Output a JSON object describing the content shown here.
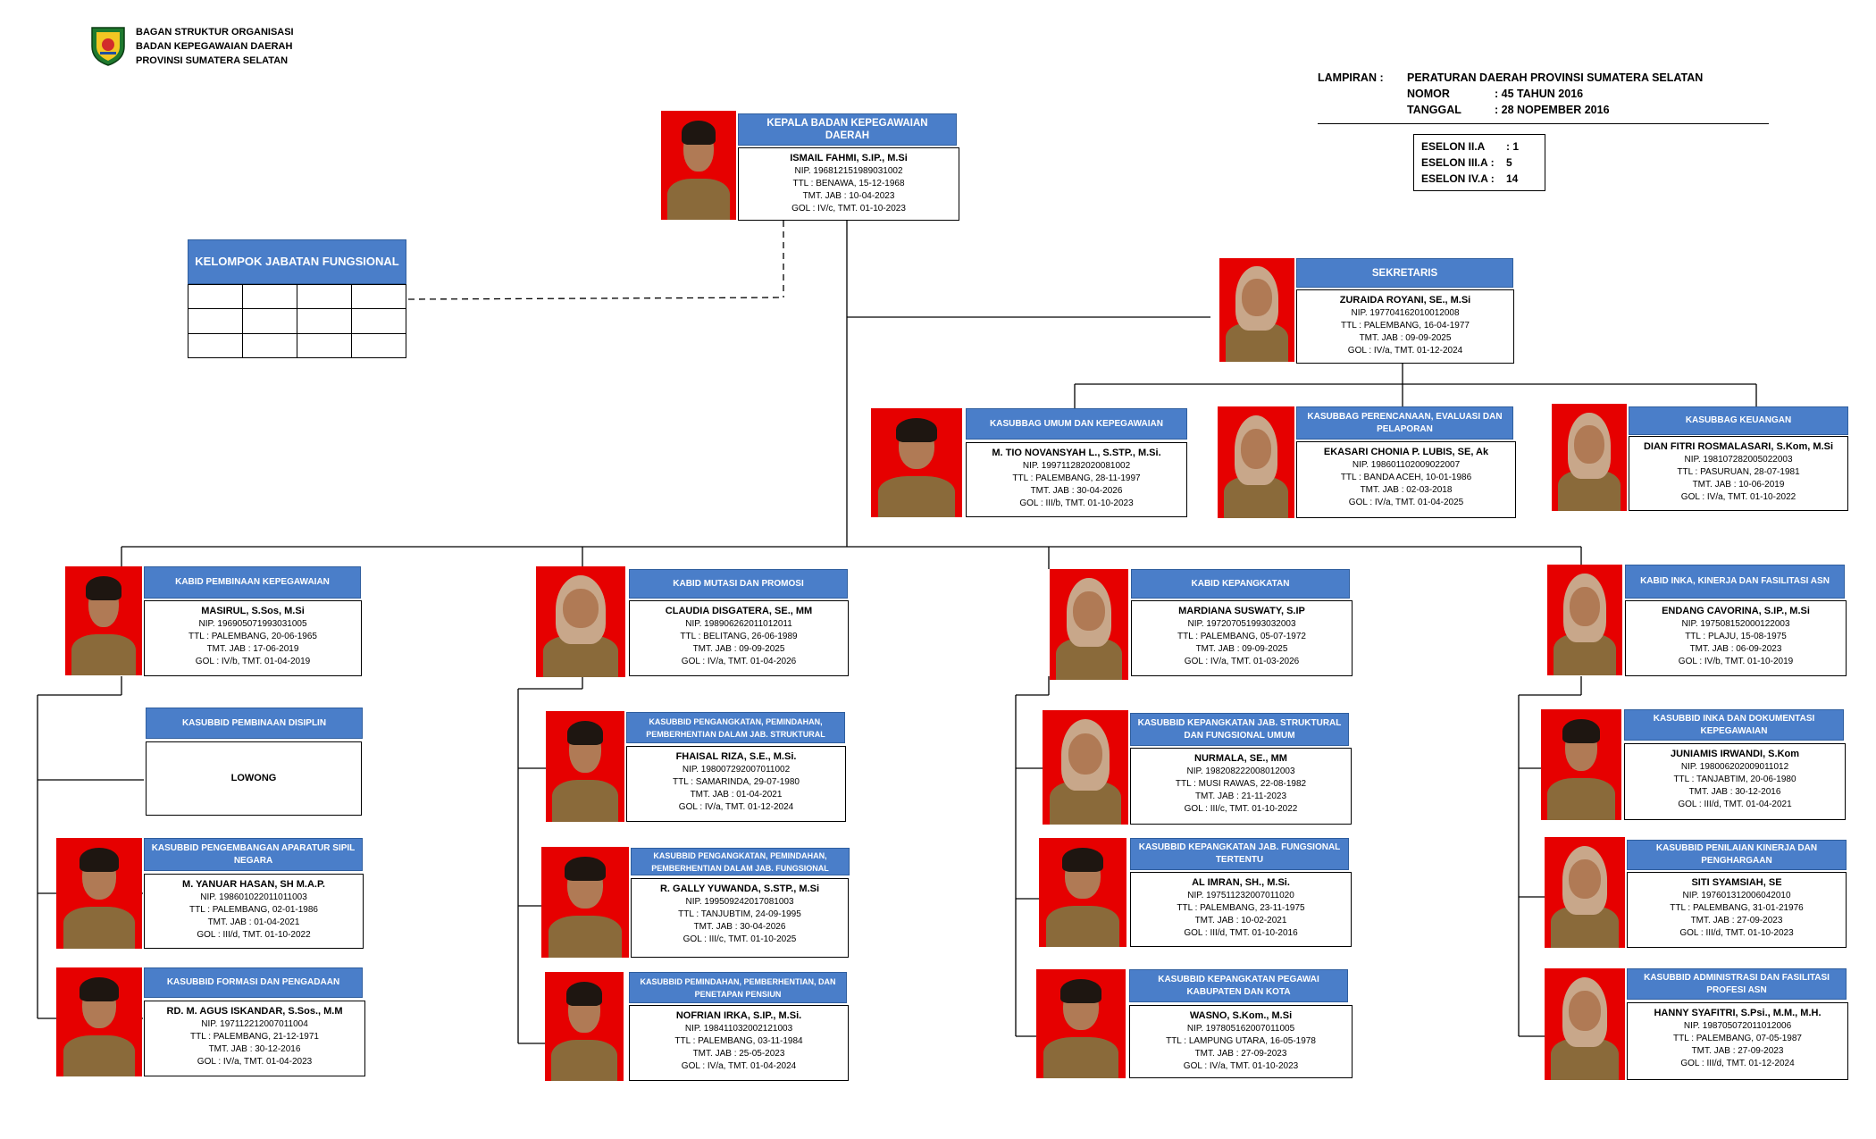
{
  "header": {
    "lines": [
      "BAGAN STRUKTUR ORGANISASI",
      "BADAN KEPEGAWAIAN DAERAH",
      "PROVINSI SUMATERA SELATAN"
    ],
    "logo_icon": "provincial-emblem-icon"
  },
  "lampiran": {
    "label": "LAMPIRAN :",
    "title": "PERATURAN DAERAH PROVINSI SUMATERA SELATAN",
    "nomor_label": "NOMOR",
    "nomor_value": ": 45 TAHUN 2016",
    "tanggal_label": "TANGGAL",
    "tanggal_value": ": 28 NOPEMBER 2016"
  },
  "eselon": [
    {
      "label": "ESELON II.A",
      "value": ":   1"
    },
    {
      "label": "ESELON III.A :",
      "value": "5"
    },
    {
      "label": "ESELON IV.A :",
      "value": "14"
    }
  ],
  "fungsional": {
    "title": "KELOMPOK JABATAN FUNGSIONAL"
  },
  "colors": {
    "title_bg": "#4a7ec9",
    "photo_bg": "#e60000",
    "line": "#000000"
  },
  "positions": [
    {
      "id": "kepala",
      "title": "KEPALA BADAN KEPEGAWAIAN DAERAH",
      "name": "ISMAIL FAHMI, S.IP., M.Si",
      "nip": "NIP. 196812151989031002",
      "ttl": "TTL : BENAWA, 15-12-1968",
      "tmt": "TMT. JAB : 10-04-2023",
      "gol": "GOL : IV/c, TMT. 01-10-2023",
      "gender": "m"
    },
    {
      "id": "sekretaris",
      "title": "SEKRETARIS",
      "name": "ZURAIDA ROYANI, SE., M.Si",
      "nip": "NIP. 197704162010012008",
      "ttl": "TTL : PALEMBANG, 16-04-1977",
      "tmt": "TMT. JAB : 09-09-2025",
      "gol": "GOL : IV/a, TMT. 01-12-2024",
      "gender": "f"
    },
    {
      "id": "kasubbag-umum",
      "title": "KASUBBAG  UMUM DAN KEPEGAWAIAN",
      "name": "M. TIO NOVANSYAH L., S.STP., M.Si.",
      "nip": "NIP. 199711282020081002",
      "ttl": "TTL : PALEMBANG, 28-11-1997",
      "tmt": "TMT. JAB : 30-04-2026",
      "gol": "GOL : III/b, TMT. 01-10-2023",
      "gender": "m"
    },
    {
      "id": "kasubbag-perencanaan",
      "title": "KASUBBAG  PERENCANAAN, EVALUASI DAN PELAPORAN",
      "name": "EKASARI CHONIA  P. LUBIS, SE, Ak",
      "nip": "NIP. 198601102009022007",
      "ttl": "TTL : BANDA ACEH, 10-01-1986",
      "tmt": "TMT. JAB : 02-03-2018",
      "gol": "GOL : IV/a, TMT. 01-04-2025",
      "gender": "f"
    },
    {
      "id": "kasubbag-keuangan",
      "title": "KASUBBAG  KEUANGAN",
      "name": "DIAN FITRI ROSMALASARI, S.Kom, M.Si",
      "nip": "NIP. 198107282005022003",
      "ttl": "TTL : PASURUAN, 28-07-1981",
      "tmt": "TMT. JAB : 10-06-2019",
      "gol": "GOL : IV/a, TMT. 01-10-2022",
      "gender": "f"
    },
    {
      "id": "kabid-pembinaan",
      "title": "KABID PEMBINAAN KEPEGAWAIAN",
      "name": "MASIRUL, S.Sos, M.Si",
      "nip": "NIP. 196905071993031005",
      "ttl": "TTL : PALEMBANG, 20-06-1965",
      "tmt": "TMT. JAB : 17-06-2019",
      "gol": "GOL : IV/b, TMT. 01-04-2019",
      "gender": "m"
    },
    {
      "id": "kabid-mutasi",
      "title": "KABID MUTASI DAN PROMOSI",
      "name": "CLAUDIA DISGATERA, SE., MM",
      "nip": "NIP. 198906262011012011",
      "ttl": "TTL : BELITANG, 26-06-1989",
      "tmt": "TMT. JAB : 09-09-2025",
      "gol": "GOL : IV/a, TMT. 01-04-2026",
      "gender": "f"
    },
    {
      "id": "kabid-kepangkatan",
      "title": "KABID KEPANGKATAN",
      "name": "MARDIANA SUSWATY, S.IP",
      "nip": "NIP. 197207051993032003",
      "ttl": "TTL : PALEMBANG, 05-07-1972",
      "tmt": "TMT. JAB : 09-09-2025",
      "gol": "GOL : IV/a, TMT. 01-03-2026",
      "gender": "f"
    },
    {
      "id": "kabid-inka",
      "title": "KABID INKA, KINERJA DAN FASILITASI ASN",
      "name": "ENDANG CAVORINA, S.IP., M.Si",
      "nip": "NIP. 197508152000122003",
      "ttl": "TTL : PLAJU, 15-08-1975",
      "tmt": "TMT. JAB : 06-09-2023",
      "gol": "GOL : IV/b, TMT. 01-10-2019",
      "gender": "f"
    },
    {
      "id": "ksb-disiplin",
      "title": "KASUBBID PEMBINAAN DISIPLIN",
      "vacant": "LOWONG"
    },
    {
      "id": "ksb-pengembangan",
      "title": "KASUBBID PENGEMBANGAN APARATUR SIPIL NEGARA",
      "name": "M. YANUAR HASAN, SH M.A.P.",
      "nip": "NIP. 198601022011011003",
      "ttl": "TTL : PALEMBANG, 02-01-1986",
      "tmt": "TMT. JAB : 01-04-2021",
      "gol": "GOL : III/d, TMT. 01-10-2022",
      "gender": "m"
    },
    {
      "id": "ksb-formasi",
      "title": "KASUBBID FORMASI DAN PENGADAAN",
      "name": "RD. M. AGUS ISKANDAR, S.Sos., M.M",
      "nip": "NIP. 197112212007011004",
      "ttl": "TTL : PALEMBANG, 21-12-1971",
      "tmt": "TMT. JAB : 30-12-2016",
      "gol": "GOL : IV/a, TMT. 01-04-2023",
      "gender": "m"
    },
    {
      "id": "ksb-pengangkatan-struktural",
      "title": "KASUBBID PENGANGKATAN, PEMINDAHAN, PEMBERHENTIAN DALAM JAB. STRUKTURAL",
      "name": "FHAISAL RIZA, S.E., M.Si.",
      "nip": "NIP. 198007292007011002",
      "ttl": "TTL : SAMARINDA, 29-07-1980",
      "tmt": "TMT. JAB : 01-04-2021",
      "gol": "GOL : IV/a, TMT. 01-12-2024",
      "gender": "m"
    },
    {
      "id": "ksb-pengangkatan-fungsional",
      "title": "KASUBBID PENGANGKATAN, PEMINDAHAN, PEMBERHENTIAN DALAM JAB. FUNGSIONAL",
      "name": "R. GALLY YUWANDA, S.STP., M.Si",
      "nip": "NIP. 199509242017081003",
      "ttl": "TTL : TANJUBTIM, 24-09-1995",
      "tmt": "TMT. JAB : 30-04-2026",
      "gol": "GOL : III/c, TMT. 01-10-2025",
      "gender": "m"
    },
    {
      "id": "ksb-pemindahan",
      "title": "KASUBBID PEMINDAHAN,  PEMBERHENTIAN, DAN PENETAPAN PENSIUN",
      "name": "NOFRIAN IRKA, S.IP., M.Si.",
      "nip": "NIP. 198411032002121003",
      "ttl": "TTL : PALEMBANG, 03-11-1984",
      "tmt": "TMT. JAB : 25-05-2023",
      "gol": "GOL : IV/a, TMT. 01-04-2024",
      "gender": "m"
    },
    {
      "id": "ksb-kepangkatan-umum",
      "title": "KASUBBID KEPANGKATAN JAB. STRUKTURAL DAN FUNGSIONAL UMUM",
      "name": "NURMALA, SE., MM",
      "nip": "NIP. 198208222008012003",
      "ttl": "TTL : MUSI RAWAS, 22-08-1982",
      "tmt": "TMT. JAB : 21-11-2023",
      "gol": "GOL : III/c, TMT. 01-10-2022",
      "gender": "f"
    },
    {
      "id": "ksb-kepangkatan-tertentu",
      "title": "KASUBBID KEPANGKATAN JAB. FUNGSIONAL TERTENTU",
      "name": "AL IMRAN, SH., M.Si.",
      "nip": "NIP. 197511232007011020",
      "ttl": "TTL : PALEMBANG, 23-11-1975",
      "tmt": "TMT. JAB : 10-02-2021",
      "gol": "GOL : III/d, TMT. 01-10-2016",
      "gender": "m"
    },
    {
      "id": "ksb-kepangkatan-kabkota",
      "title": "KASUBBID KEPANGKATAN PEGAWAI KABUPATEN DAN KOTA",
      "name": "WASNO, S.Kom., M.Si",
      "nip": "NIP. 197805162007011005",
      "ttl": "TTL : LAMPUNG UTARA, 16-05-1978",
      "tmt": "TMT. JAB : 27-09-2023",
      "gol": "GOL : IV/a, TMT. 01-10-2023",
      "gender": "m"
    },
    {
      "id": "ksb-inka",
      "title": "KASUBBID INKA DAN DOKUMENTASI KEPEGAWAIAN",
      "name": "JUNIAMIS IRWANDI, S.Kom",
      "nip": "NIP. 198006202009011012",
      "ttl": "TTL : TANJABTIM, 20-06-1980",
      "tmt": "TMT. JAB : 30-12-2016",
      "gol": "GOL : III/d, TMT. 01-04-2021",
      "gender": "m"
    },
    {
      "id": "ksb-kinerja",
      "title": "KASUBBID PENILAIAN KINERJA DAN PENGHARGAAN",
      "name": "SITI SYAMSIAH, SE",
      "nip": "NIP. 197601312006042010",
      "ttl": "TTL : PALEMBANG, 31-01-21976",
      "tmt": "TMT. JAB : 27-09-2023",
      "gol": "GOL : III/d, TMT. 01-10-2023",
      "gender": "f"
    },
    {
      "id": "ksb-administrasi",
      "title": "KASUBBID ADMINISTRASI DAN FASILITASI PROFESI ASN",
      "name": "HANNY SYAFITRI, S.Psi., M.M., M.H.",
      "nip": "NIP. 198705072011012006",
      "ttl": "TTL : PALEMBANG, 07-05-1987",
      "tmt": "TMT. JAB : 27-09-2023",
      "gol": "GOL : III/d, TMT. 01-12-2024",
      "gender": "f"
    }
  ]
}
